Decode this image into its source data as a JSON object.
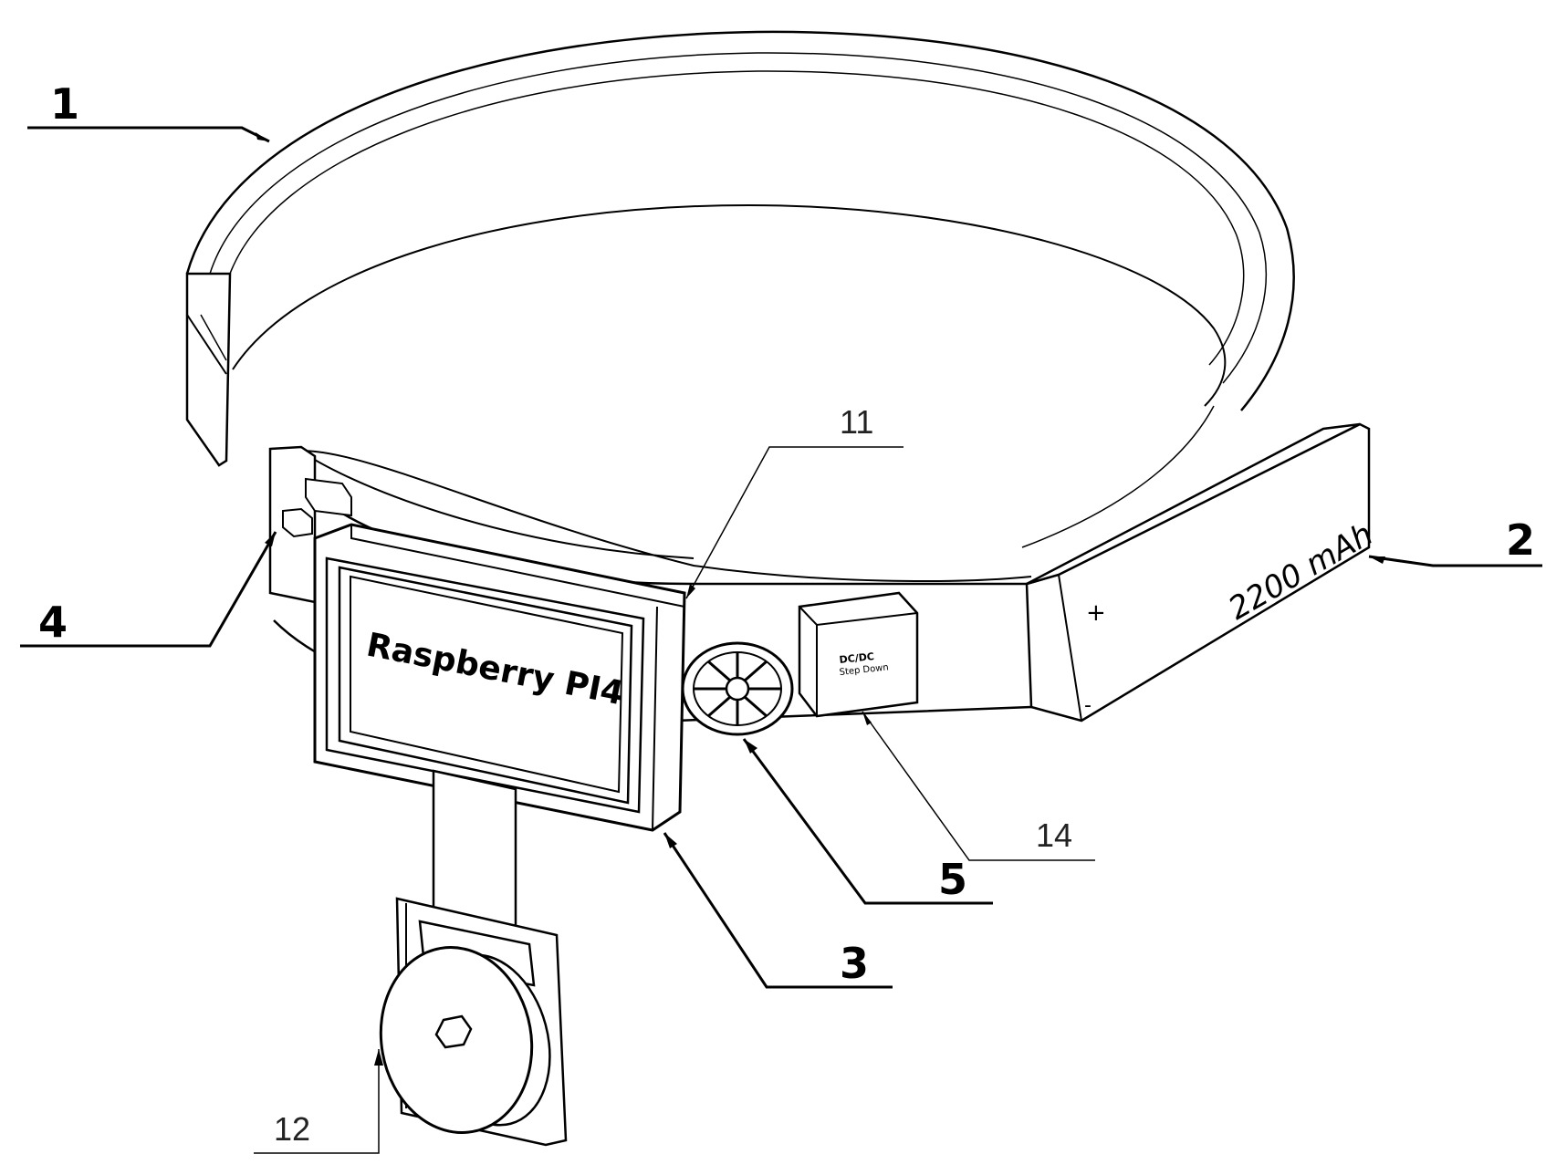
{
  "labels": {
    "1": "1",
    "2": "2",
    "3": "3",
    "4": "4",
    "5": "5",
    "11": "11",
    "12": "12",
    "14": "14"
  },
  "device": {
    "screen_text": "Raspberry PI4",
    "battery_text": "2200 mAh",
    "battery_plus": "+",
    "battery_minus": "-",
    "module_text_1": "DC/DC",
    "module_text_2": "Step Down"
  },
  "colors": {
    "stroke": "#000000",
    "background": "#ffffff"
  }
}
